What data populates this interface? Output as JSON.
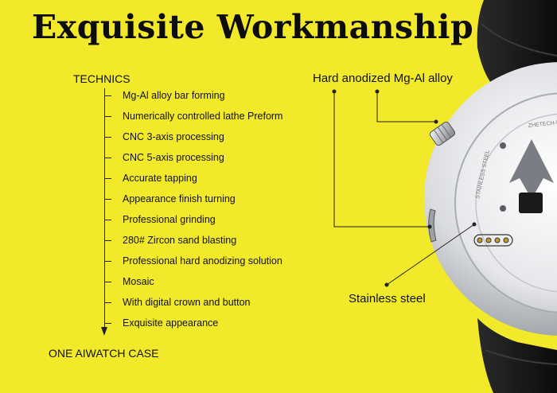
{
  "title": "Exquisite Workmanship",
  "technics_heading": "TECHNICS",
  "process_steps": [
    "Mg-Al alloy bar forming",
    "Numerically controlled lathe Preform",
    "CNC 3-axis processing",
    "CNC 5-axis processing",
    "Accurate tapping",
    "Appearance finish turning",
    "Professional grinding",
    "280# Zircon sand blasting",
    "Professional hard anodizing solution",
    "Mosaic",
    "With digital crown and button",
    "Exquisite appearance"
  ],
  "result_label": "ONE AIWATCH CASE",
  "callouts": {
    "alloy": "Hard anodized Mg-Al alloy",
    "steel": "Stainless steel"
  },
  "watch_back_text": {
    "top": "ZHETECH-BMEB",
    "left": "STAINLESS STEEL"
  },
  "colors": {
    "background": "#f2e92a",
    "text": "#111111",
    "case_silver": "#d9dbdf",
    "strap": "#1b1b1b"
  }
}
